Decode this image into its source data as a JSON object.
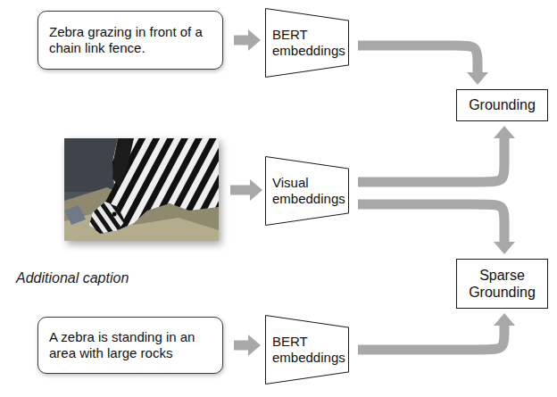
{
  "diagram": {
    "nodes": [
      {
        "text": [
          "Zebra grazing in front of a chain link fence."
        ]
      },
      {
        "text": [
          "BERT embeddings"
        ]
      },
      {
        "text": [
          "Grounding"
        ]
      },
      {
        "text": [
          "Visual embeddings"
        ]
      },
      {
        "text": [
          "Additional caption"
        ]
      },
      {
        "text": [
          "Sparse Grounding"
        ],
        "in": 4
      },
      {
        "text": [
          "A zebra is standing in an area with large rocks"
        ],
        "in": 4
      },
      {
        "text": [
          "BERT embeddings"
        ],
        "in": 4
      }
    ],
    "edges": [
      {
        "from": 0,
        "to": 1,
        "arrow": "to"
      },
      {
        "from": 1,
        "to": 2,
        "arrow": "to"
      },
      {
        "from": 3,
        "to": 2,
        "arrow": "to"
      },
      {
        "from": 3,
        "to": 5,
        "arrow": "to"
      },
      {
        "from": 6,
        "to": 7,
        "arrow": "to"
      },
      {
        "from": 7,
        "to": 5,
        "arrow": "to"
      }
    ]
  }
}
